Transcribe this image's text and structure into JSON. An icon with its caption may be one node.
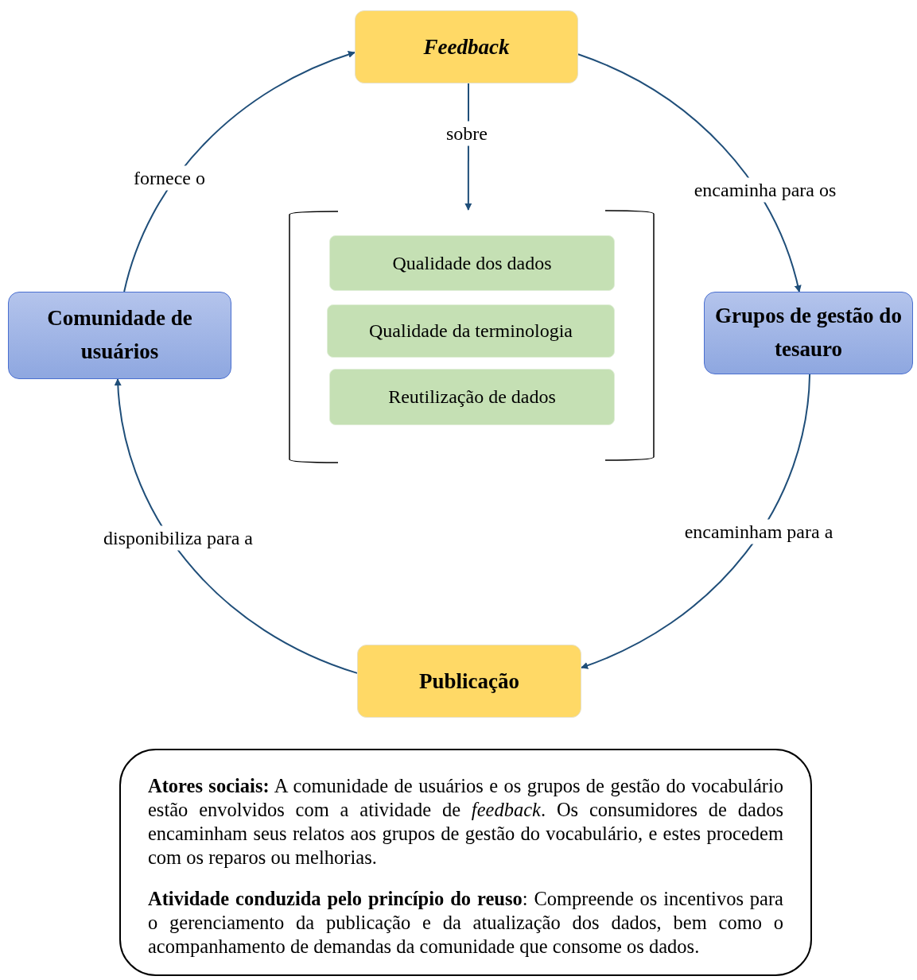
{
  "diagram": {
    "nodes": [
      {
        "text": [
          "Feedback"
        ]
      },
      {
        "text": [
          "Grupos de gestão do tesauro"
        ]
      },
      {
        "text": [
          "Publicação"
        ]
      },
      {
        "text": [
          "Comunidade de usuários"
        ]
      },
      {
        "text": [],
        "shape": "bracket"
      },
      {
        "text": [
          "Qualidade dos dados"
        ],
        "in": 4
      },
      {
        "text": [
          "Qualidade da terminologia"
        ],
        "in": 4
      },
      {
        "text": [
          "Reutilização de dados"
        ],
        "in": 4
      },
      {
        "text": [
          "**Atores sociais:** A comunidade de usuários e os grupos de gestão do vocabulário estão envolvidos com a atividade de *feedback*. Os consumidores de dados encaminham seus relatos aos grupos de gestão do vocabulário, e estes procedem com os reparos ou melhorias.",
          "**Atividade conduzida pelo princípio do reuso**: Compreende os incentivos para o gerenciamento da publicação e da atualização dos dados, bem como o acompanhamento de demandas da comunidade que consome os dados."
        ]
      }
    ],
    "edges": [
      {
        "from": 0,
        "to": 1,
        "arrow": "to",
        "label": "encaminha para os"
      },
      {
        "from": 1,
        "to": 2,
        "arrow": "to",
        "label": "encaminham para a"
      },
      {
        "from": 2,
        "to": 3,
        "arrow": "to",
        "label": "disponibiliza para a"
      },
      {
        "from": 3,
        "to": 0,
        "arrow": "to",
        "label": "fornece o"
      },
      {
        "from": 0,
        "to": 4,
        "arrow": "to",
        "label": "sobre"
      }
    ]
  }
}
